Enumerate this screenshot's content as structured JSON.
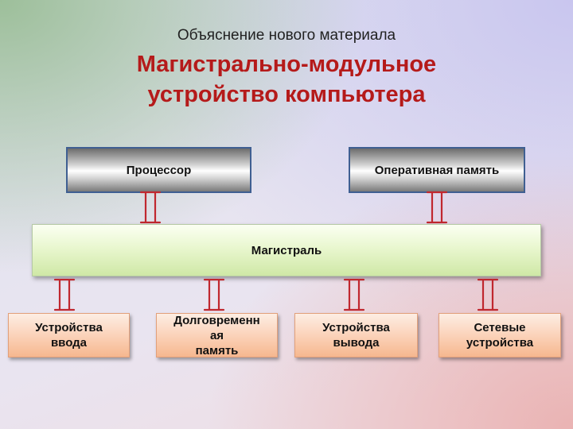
{
  "header": {
    "subtitle": "Объяснение нового материала",
    "title_line1": "Магистрально-модульное",
    "title_line2": "устройство компьютера"
  },
  "diagram": {
    "processor": "Процессор",
    "ram": "Оперативная память",
    "bus": "Магистраль",
    "modules": {
      "input": {
        "line1": "Устройства",
        "line2": "ввода"
      },
      "storage": {
        "line1": "Долговременн",
        "line2": "ая",
        "line3": "память"
      },
      "output": {
        "line1": "Устройства",
        "line2": "вывода"
      },
      "network": {
        "line1": "Сетевые",
        "line2": "устройства"
      }
    },
    "colors": {
      "title": "#b51a1a",
      "connector": "#c0282f",
      "bus_fill": "#e9f7cf",
      "module_fill": "#fbd3ba",
      "unit_border": "#3f5f92"
    }
  }
}
